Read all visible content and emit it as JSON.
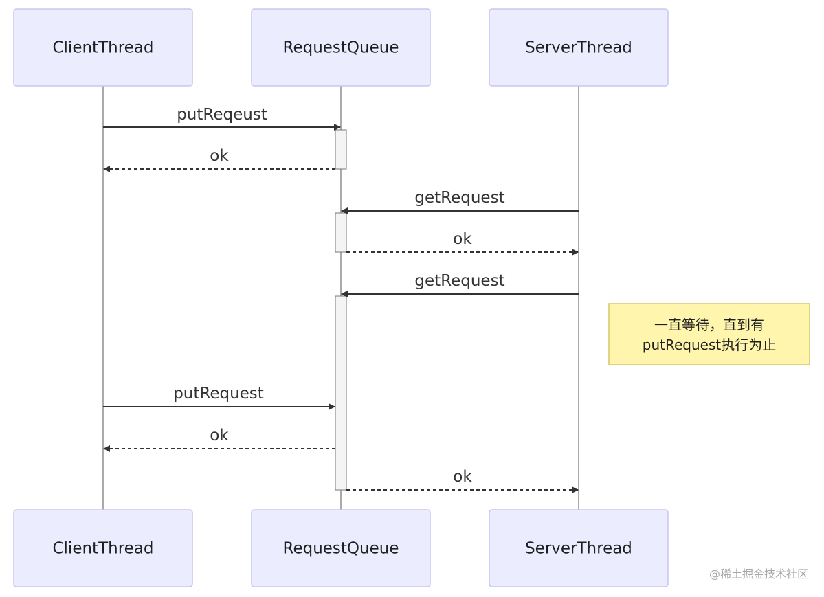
{
  "participants": [
    {
      "id": "client",
      "label": "ClientThread"
    },
    {
      "id": "queue",
      "label": "RequestQueue"
    },
    {
      "id": "server",
      "label": "ServerThread"
    }
  ],
  "messages": [
    {
      "from": "client",
      "to": "queue",
      "label": "putReqeust",
      "style": "solid"
    },
    {
      "from": "queue",
      "to": "client",
      "label": "ok",
      "style": "dashed"
    },
    {
      "from": "server",
      "to": "queue",
      "label": "getRequest",
      "style": "solid"
    },
    {
      "from": "queue",
      "to": "server",
      "label": "ok",
      "style": "dashed"
    },
    {
      "from": "server",
      "to": "queue",
      "label": "getRequest",
      "style": "solid"
    },
    {
      "from": "client",
      "to": "queue",
      "label": "putRequest",
      "style": "solid"
    },
    {
      "from": "queue",
      "to": "client",
      "label": "ok",
      "style": "dashed"
    },
    {
      "from": "queue",
      "to": "server",
      "label": "ok",
      "style": "dashed"
    }
  ],
  "note": {
    "lines": [
      "一直等待，直到有",
      "putRequest执行为止"
    ]
  },
  "watermark": "@稀土掘金技术社区",
  "colors": {
    "actor_fill": "#ececff",
    "actor_border": "#c9c5f0",
    "note_fill": "#fff5ad",
    "note_border": "#d6c766",
    "line": "#333333"
  }
}
